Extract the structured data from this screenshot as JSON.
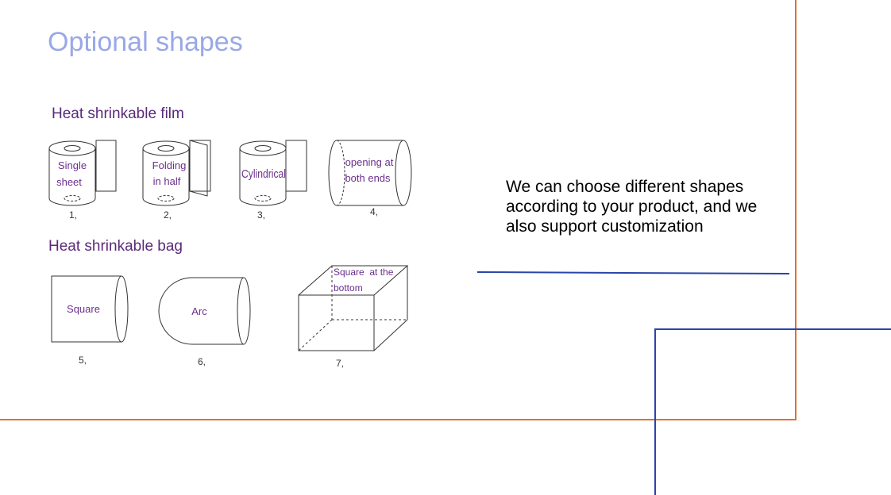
{
  "title": "Optional shapes",
  "film": {
    "heading": "Heat shrinkable film",
    "items": [
      {
        "label_line1": "Single",
        "label_line2": "sheet",
        "number": "1,"
      },
      {
        "label_line1": "Folding",
        "label_line2": "in half",
        "number": "2,"
      },
      {
        "label_line1": "Cylindrical",
        "number": "3,"
      },
      {
        "label_line1": "opening at",
        "label_line2": "both ends",
        "number": "4,"
      }
    ]
  },
  "bag": {
    "heading": "Heat shrinkable bag",
    "items": [
      {
        "label_line1": "Square",
        "number": "5,"
      },
      {
        "label_line1": "Arc",
        "number": "6,"
      },
      {
        "label_line1": "Square  at the",
        "label_line2": "bottom",
        "number": "7,"
      }
    ]
  },
  "description": "We can choose different shapes according to your product, and we also support customization",
  "colors": {
    "title": "#99a8e6",
    "heading": "#5a2a7a",
    "diagram_text": "#6a2f8c",
    "orange_line": "#e07033",
    "blue_line": "#2a44a8"
  }
}
